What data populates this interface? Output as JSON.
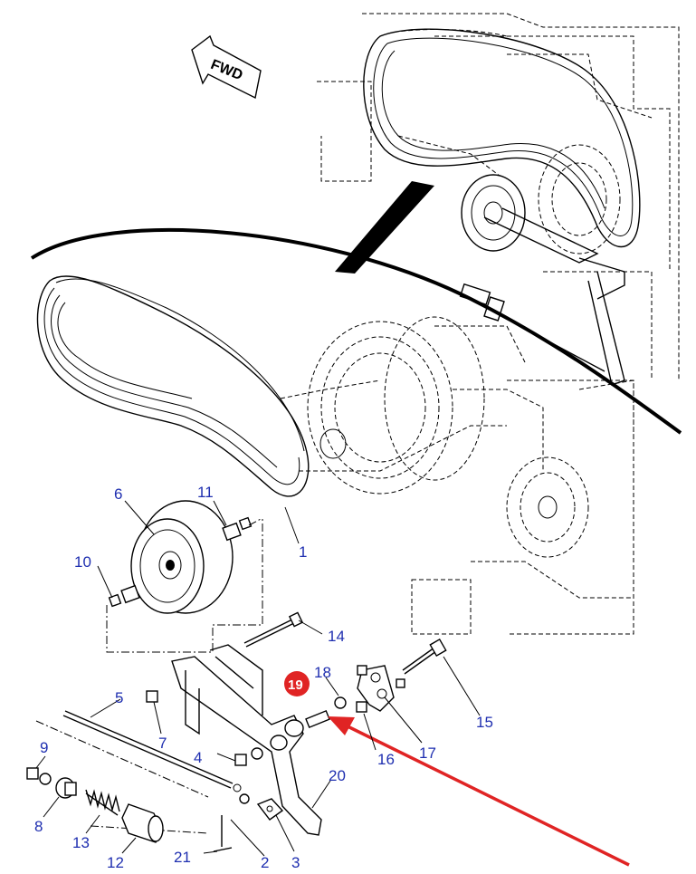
{
  "fwd_label": "FWD",
  "highlight_color": "#e02424",
  "callout_color": "#1f2fb0",
  "callouts": [
    {
      "id": "1",
      "text": "1"
    },
    {
      "id": "2",
      "text": "2"
    },
    {
      "id": "3",
      "text": "3"
    },
    {
      "id": "4",
      "text": "4"
    },
    {
      "id": "5",
      "text": "5"
    },
    {
      "id": "6",
      "text": "6"
    },
    {
      "id": "7",
      "text": "7"
    },
    {
      "id": "8",
      "text": "8"
    },
    {
      "id": "9",
      "text": "9"
    },
    {
      "id": "10",
      "text": "10"
    },
    {
      "id": "11",
      "text": "11"
    },
    {
      "id": "12",
      "text": "12"
    },
    {
      "id": "13",
      "text": "13"
    },
    {
      "id": "14",
      "text": "14"
    },
    {
      "id": "15",
      "text": "15"
    },
    {
      "id": "16",
      "text": "16"
    },
    {
      "id": "17",
      "text": "17"
    },
    {
      "id": "18",
      "text": "18"
    },
    {
      "id": "19",
      "text": "19"
    },
    {
      "id": "20",
      "text": "20"
    },
    {
      "id": "21",
      "text": "21"
    }
  ],
  "highlighted_part": "19"
}
